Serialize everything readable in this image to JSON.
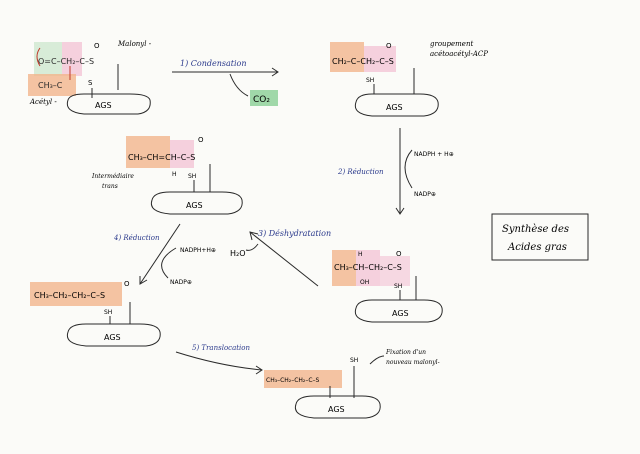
{
  "step1": {
    "label": "1) Condensation",
    "product": "CO₂"
  },
  "step2": {
    "label": "2) Réduction",
    "cofactor_in": "NADPH + H⊕",
    "cofactor_out": "NADP⊕"
  },
  "step3": {
    "label": "3) Déshydratation",
    "product": "H₂O"
  },
  "step4": {
    "label": "4) Réduction",
    "cofactor_in": "NADPH+H⊕",
    "cofactor_out": "NADP⊕"
  },
  "step5": {
    "label": "5) Translocation"
  },
  "annotations": {
    "malonyl": "Malonyl -",
    "acetyl": "Acétyl -",
    "groupement": "groupement",
    "acetoacetyl": "acétoacétyl-ACP",
    "intermediaire": "Intermédiaire",
    "trans": "trans",
    "fixation": "Fixation d'un",
    "nouveau": "nouveau malonyl-"
  },
  "enzyme": "AGS",
  "title": {
    "line1": "Synthèse des",
    "line2": "Acides gras"
  },
  "molecules": {
    "mol1_top": "O=C–CH₂–C–S",
    "mol1_bot": "CH₃–C",
    "mol2": "CH₂–C–CH₂–C–S",
    "mol3": "CH₃–CH=CH–C–S",
    "mol4": "CH₃–CH–CH₂–C–S",
    "mol5": "CH₃–CH₂–CH₂–C–S",
    "mol6": "CH₃–CH₂–CH₂–C–S",
    "sh": "SH",
    "oxo": "O",
    "oh": "OH",
    "h": "H",
    "s": "S"
  },
  "colors": {
    "orange": "#f2b58c",
    "pink": "#f3c2d4",
    "green": "#8fd19b",
    "ink": "#2a2a2a",
    "blue": "#2b3a8c"
  }
}
